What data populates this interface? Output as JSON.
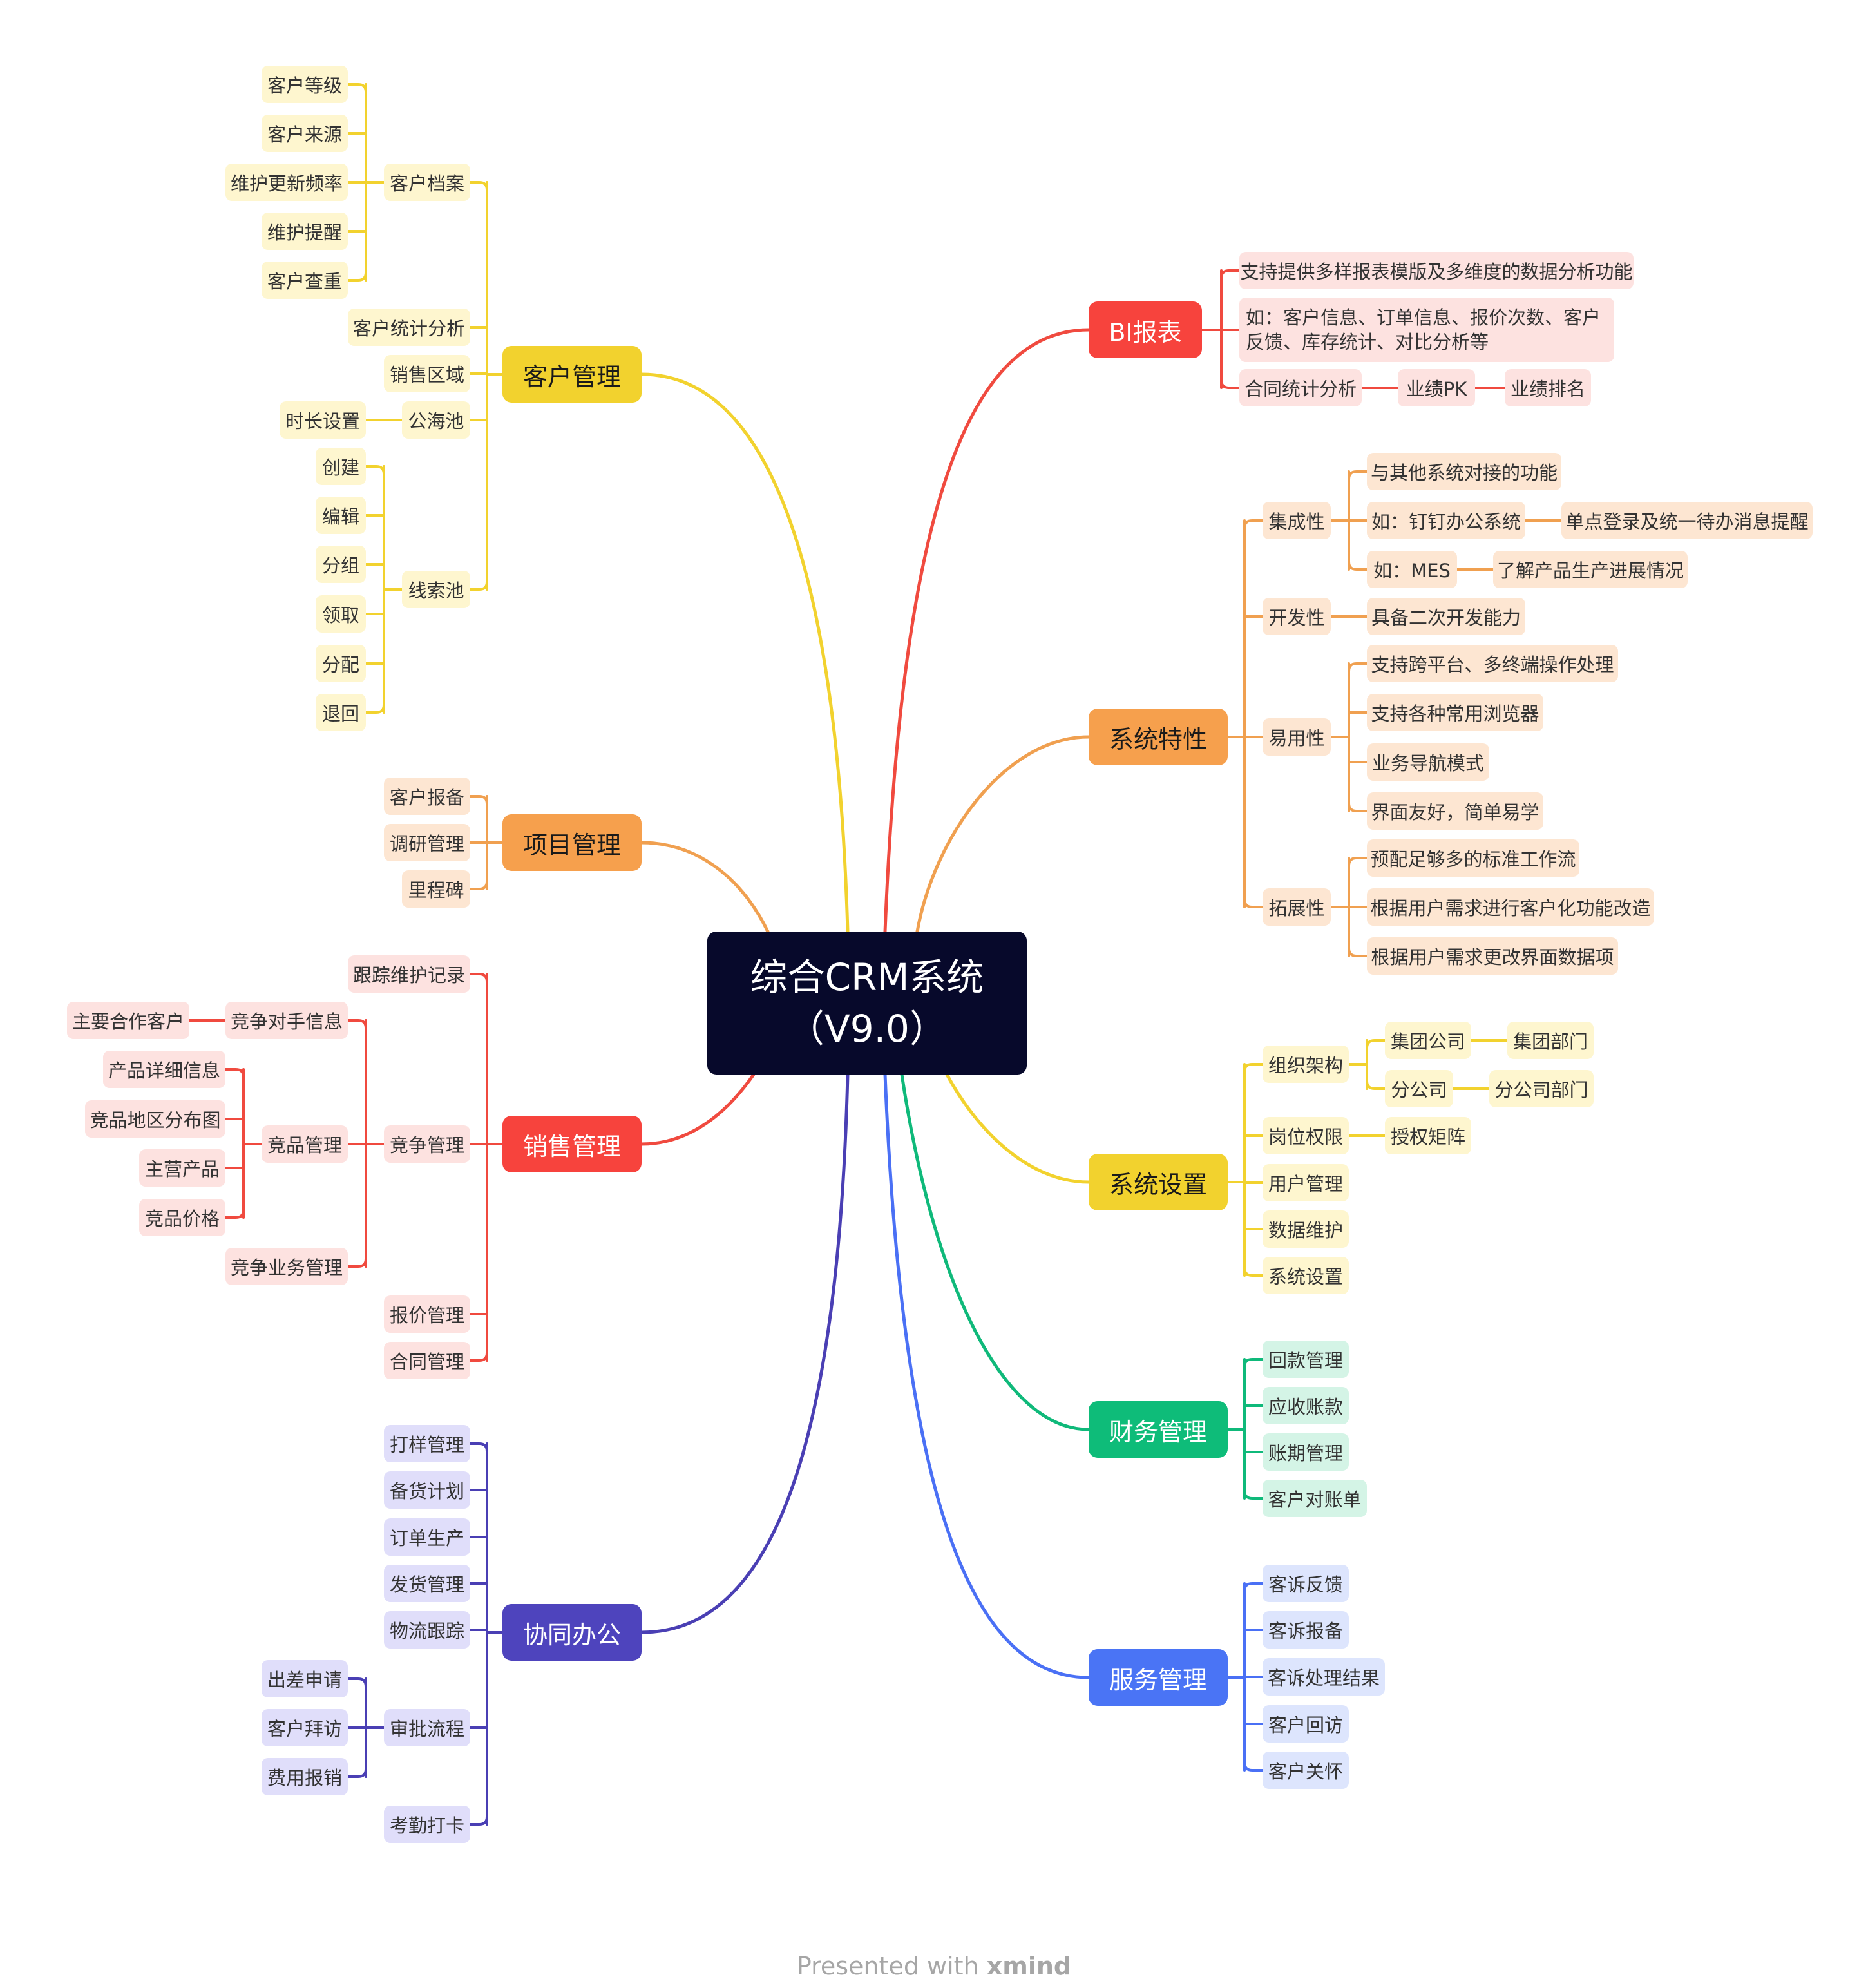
{
  "central": {
    "line1": "综合CRM系统",
    "line2": "（V9.0）"
  },
  "colors": {
    "yellow": {
      "line": "#f2d22e",
      "node": "#f2d22e",
      "leaf": "#fef6cf",
      "text": "#1a1a1a"
    },
    "red": {
      "line": "#f04a3f",
      "node": "#f7433d",
      "leaf": "#fde2e0",
      "text": "#ffffff"
    },
    "orange": {
      "line": "#f0a050",
      "node": "#f6a04d",
      "leaf": "#fde6d2",
      "text": "#1a1a1a"
    },
    "green": {
      "line": "#0fb97a",
      "node": "#0ebc79",
      "leaf": "#d4f4e6",
      "text": "#ffffff"
    },
    "blue": {
      "line": "#4a70f5",
      "node": "#4a74f5",
      "leaf": "#dde5fd",
      "text": "#ffffff"
    },
    "purple": {
      "line": "#4a3fb4",
      "node": "#4e44bd",
      "leaf": "#e0defa",
      "text": "#ffffff"
    }
  },
  "branches": {
    "kehu": {
      "label": "客户管理",
      "children": {
        "dangan": {
          "label": "客户档案",
          "children": [
            "客户等级",
            "客户来源",
            "维护更新频率",
            "维护提醒",
            "客户查重"
          ]
        },
        "tongji": "客户统计分析",
        "quyu": "销售区域",
        "gonghai": {
          "label": "公海池",
          "children": [
            "时长设置"
          ]
        },
        "xiansuo": {
          "label": "线索池",
          "children": [
            "创建",
            "编辑",
            "分组",
            "领取",
            "分配",
            "退回"
          ]
        }
      }
    },
    "xiangmu": {
      "label": "项目管理",
      "children": [
        "客户报备",
        "调研管理",
        "里程碑"
      ]
    },
    "xiaoshou": {
      "label": "销售管理",
      "children": {
        "genzong": "跟踪维护记录",
        "jingzheng": {
          "label": "竞争管理",
          "children": {
            "duishou": {
              "label": "竞争对手信息",
              "children": [
                "主要合作客户"
              ]
            },
            "jingpin": {
              "label": "竞品管理",
              "children": [
                "产品详细信息",
                "竞品地区分布图",
                "主营产品",
                "竞品价格"
              ]
            },
            "yewu": "竞争业务管理"
          }
        },
        "baojia": "报价管理",
        "hetong": "合同管理"
      }
    },
    "xietong": {
      "label": "协同办公",
      "children": {
        "items": [
          "打样管理",
          "备货计划",
          "订单生产",
          "发货管理",
          "物流跟踪"
        ],
        "shenpi": {
          "label": "审批流程",
          "children": [
            "出差申请",
            "客户拜访",
            "费用报销"
          ]
        },
        "kaoqin": "考勤打卡"
      }
    },
    "bi": {
      "label": "BI报表",
      "children": {
        "c1": "支持提供多样报表模版及多维度的数据分析功能",
        "c2": "如：客户信息、订单信息、报价次数、客户反馈、库存统计、对比分析等",
        "c3": {
          "label": "合同统计分析",
          "child": "业绩PK",
          "grandchild": "业绩排名"
        }
      }
    },
    "texing": {
      "label": "系统特性",
      "children": {
        "jicheng": {
          "label": "集成性",
          "c1": "与其他系统对接的功能",
          "c2": "如：钉钉办公系统",
          "c2a": "单点登录及统一待办消息提醒",
          "c3": "如：MES",
          "c3a": "了解产品生产进展情况"
        },
        "kaifa": {
          "label": "开发性",
          "c1": "具备二次开发能力"
        },
        "yiyong": {
          "label": "易用性",
          "children": [
            "支持跨平台、多终端操作处理",
            "支持各种常用浏览器",
            "业务导航模式",
            "界面友好，简单易学"
          ]
        },
        "tuozhan": {
          "label": "拓展性",
          "children": [
            "预配足够多的标准工作流",
            "根据用户需求进行客户化功能改造",
            "根据用户需求更改界面数据项"
          ]
        }
      }
    },
    "shezhi": {
      "label": "系统设置",
      "children": {
        "zuzhi": {
          "label": "组织架构",
          "a": "集团公司",
          "a1": "集团部门",
          "b": "分公司",
          "b1": "分公司部门"
        },
        "gangwei": {
          "label": "岗位权限",
          "c": "授权矩阵"
        },
        "yonghu": "用户管理",
        "shuju": "数据维护",
        "xitong": "系统设置"
      }
    },
    "caiwu": {
      "label": "财务管理",
      "children": [
        "回款管理",
        "应收账款",
        "账期管理",
        "客户对账单"
      ]
    },
    "fuwu": {
      "label": "服务管理",
      "children": [
        "客诉反馈",
        "客诉报备",
        "客诉处理结果",
        "客户回访",
        "客户关怀"
      ]
    }
  },
  "footer": {
    "prefix": "Presented with ",
    "brand": "xmind"
  }
}
